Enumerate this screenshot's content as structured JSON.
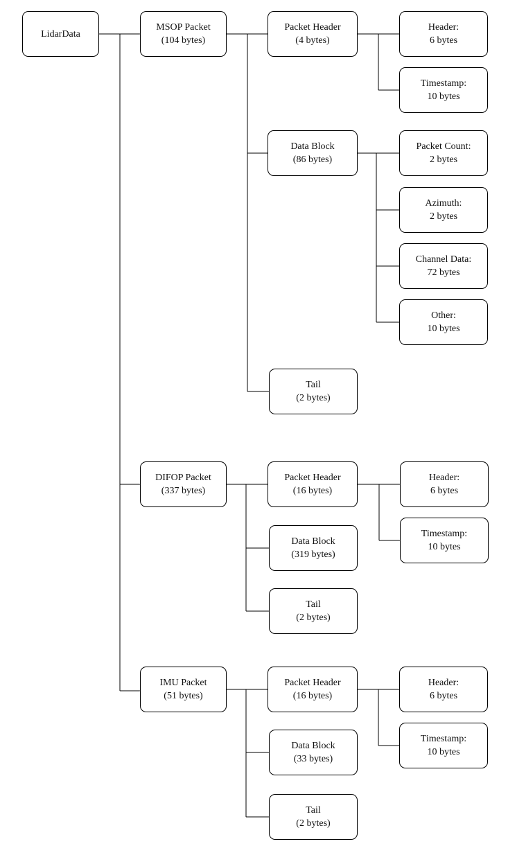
{
  "diagram": {
    "root": {
      "label": "LidarData"
    },
    "packets": [
      {
        "id": "msop",
        "label": "MSOP Packet",
        "size": "(104 bytes)",
        "children": [
          {
            "id": "msop-header",
            "label": "Packet Header",
            "size": "(4 bytes)",
            "children": [
              {
                "id": "msop-header-header",
                "label": "Header:",
                "size": "6 bytes"
              },
              {
                "id": "msop-header-timestamp",
                "label": "Timestamp:",
                "size": "10 bytes"
              }
            ]
          },
          {
            "id": "msop-data",
            "label": "Data Block",
            "size": "(86 bytes)",
            "children": [
              {
                "id": "msop-data-count",
                "label": "Packet Count:",
                "size": "2 bytes"
              },
              {
                "id": "msop-data-azimuth",
                "label": "Azimuth:",
                "size": "2 bytes"
              },
              {
                "id": "msop-data-channel",
                "label": "Channel Data:",
                "size": "72 bytes"
              },
              {
                "id": "msop-data-other",
                "label": "Other:",
                "size": "10 bytes"
              }
            ]
          },
          {
            "id": "msop-tail",
            "label": "Tail",
            "size": "(2 bytes)",
            "children": []
          }
        ]
      },
      {
        "id": "difop",
        "label": "DIFOP Packet",
        "size": "(337 bytes)",
        "children": [
          {
            "id": "difop-header",
            "label": "Packet Header",
            "size": "(16 bytes)",
            "children": [
              {
                "id": "difop-header-header",
                "label": "Header:",
                "size": "6 bytes"
              },
              {
                "id": "difop-header-timestamp",
                "label": "Timestamp:",
                "size": "10 bytes"
              }
            ]
          },
          {
            "id": "difop-data",
            "label": "Data Block",
            "size": "(319 bytes)",
            "children": []
          },
          {
            "id": "difop-tail",
            "label": "Tail",
            "size": "(2 bytes)",
            "children": []
          }
        ]
      },
      {
        "id": "imu",
        "label": "IMU Packet",
        "size": "(51 bytes)",
        "children": [
          {
            "id": "imu-header",
            "label": "Packet Header",
            "size": "(16 bytes)",
            "children": [
              {
                "id": "imu-header-header",
                "label": "Header:",
                "size": "6 bytes"
              },
              {
                "id": "imu-header-timestamp",
                "label": "Timestamp:",
                "size": "10 bytes"
              }
            ]
          },
          {
            "id": "imu-data",
            "label": "Data Block",
            "size": "(33 bytes)",
            "children": []
          },
          {
            "id": "imu-tail",
            "label": "Tail",
            "size": "(2 bytes)",
            "children": []
          }
        ]
      }
    ]
  }
}
